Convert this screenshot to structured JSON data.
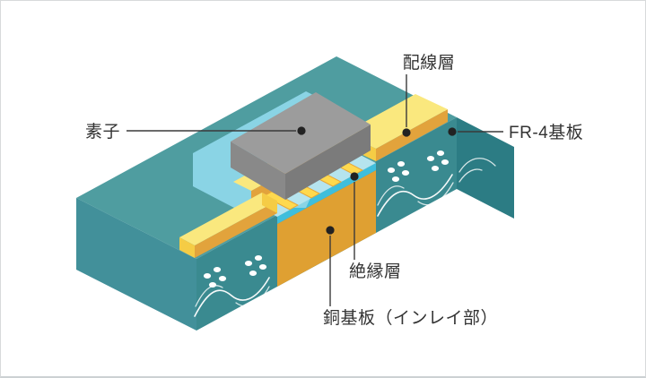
{
  "page": {
    "background": "#ffffff",
    "border_color": "#d8dadb"
  },
  "diagram": {
    "type": "isometric-cutaway",
    "subject": "copper-inlay-pcb-structure",
    "labels": {
      "component": "素子",
      "wiring_layer": "配線層",
      "fr4_substrate": "FR-4基板",
      "insulation_layer": "絶縁層",
      "copper_inlay": "銅基板（インレイ部）"
    },
    "colors": {
      "board_top": "#4f9da0",
      "board_left": "#42909a",
      "board_front": "#3a8a90",
      "board_end": "#2c7c84",
      "copper": "#dfa032",
      "wiring_front": "#e2a33c",
      "wiring_top": "#fae87e",
      "wiring_cap": "#f5cc45",
      "insulation": "#3fbedc",
      "shelf": "#b5e4ee",
      "pad": "#8ad4e5",
      "pillar": "#ffd94e",
      "chip_top": "#9c9c9c",
      "chip_left": "#898989",
      "chip_right": "#7b7b7b",
      "fiber_pattern": "#ffffff",
      "label": "#333333"
    }
  }
}
